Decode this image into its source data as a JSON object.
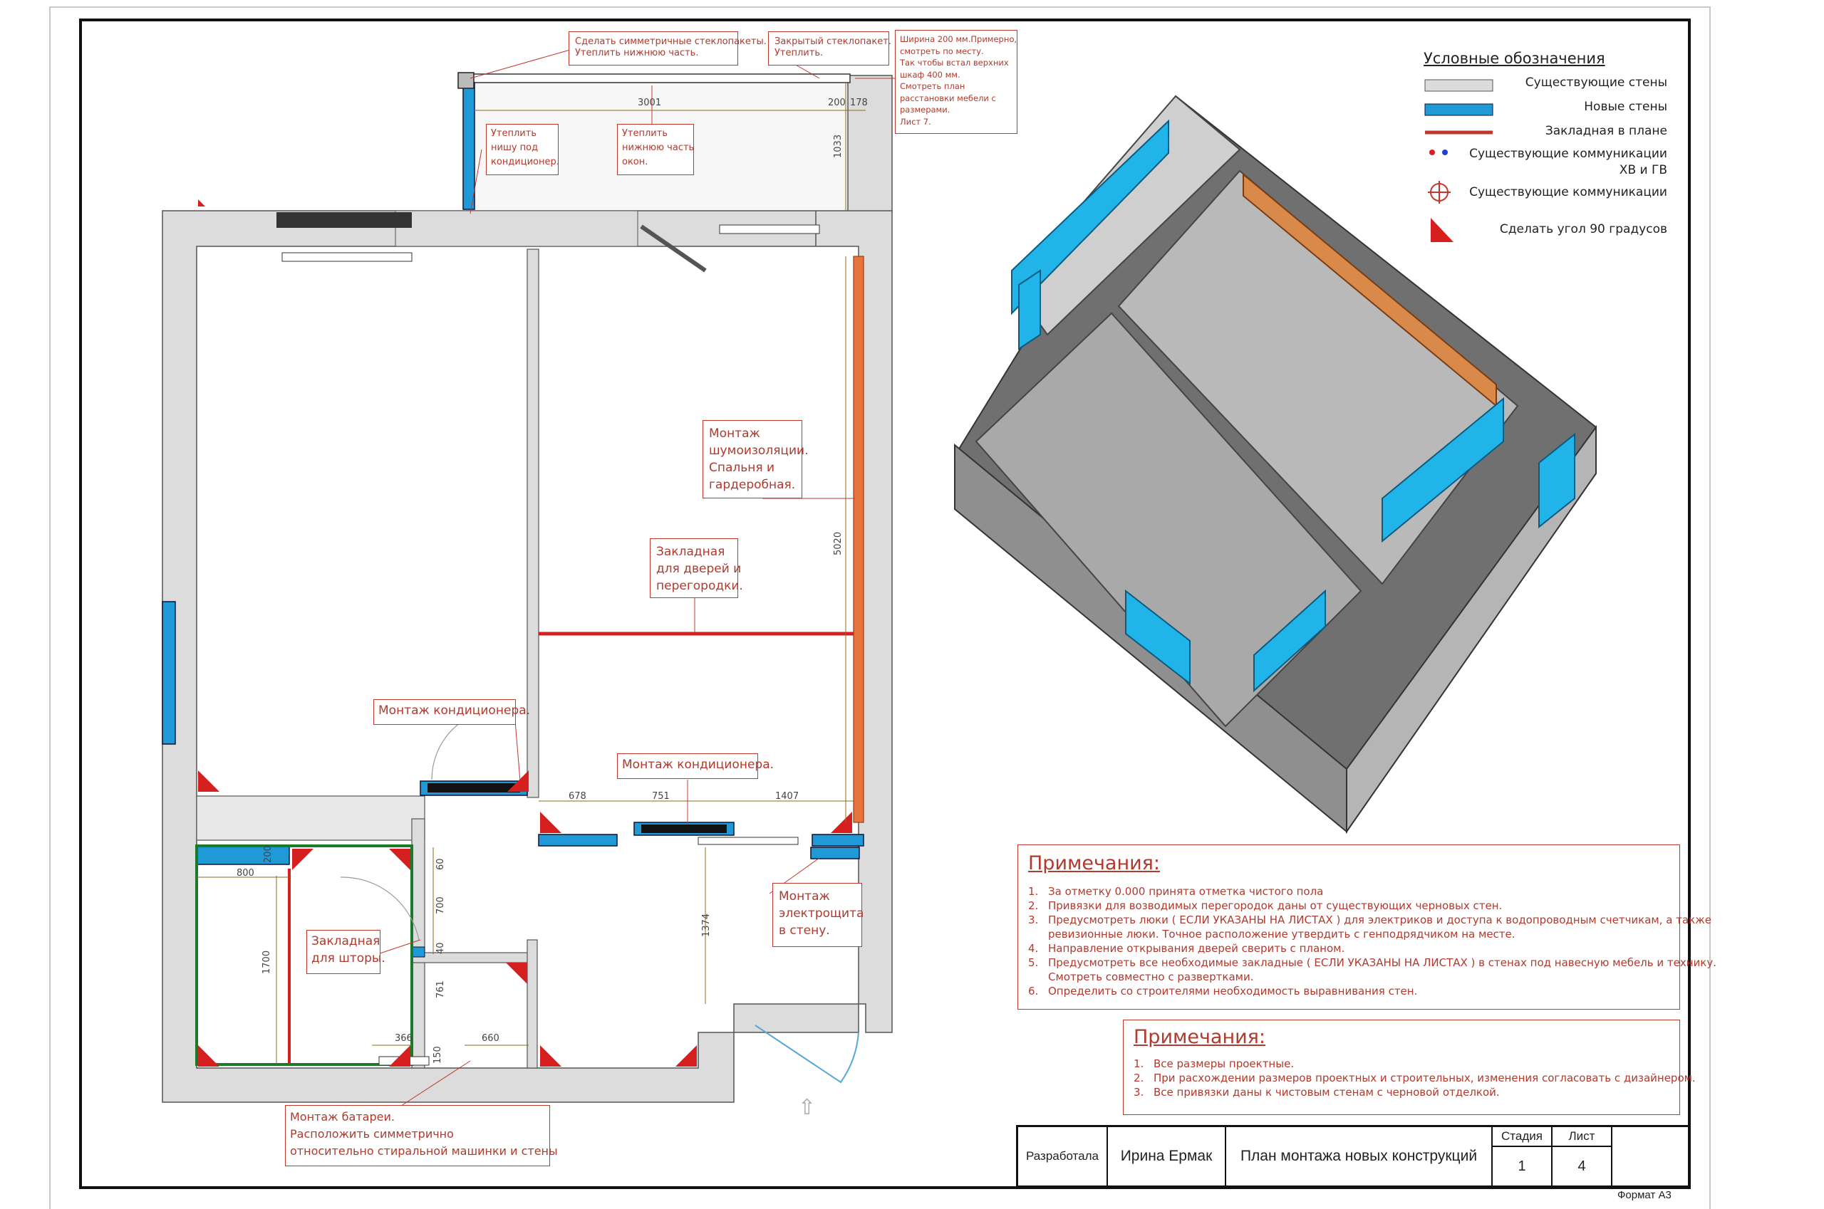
{
  "annotations": {
    "windows_sym": [
      "Сделать симметричные стеклопакеты.",
      "Утеплить нижнюю часть."
    ],
    "closed_glazing": [
      "Закрытый стеклопакет.",
      "Утеплить."
    ],
    "width_note": [
      "Ширина 200 мм.Примерно,",
      "смотреть по месту.",
      "Так чтобы встал верхних",
      "шкаф 400 мм.",
      "Смотреть план",
      "расстановки мебели с",
      "размерами.",
      "Лист 7."
    ],
    "insulate_niche": [
      "Утеплить",
      "нишу под",
      "кондиционер."
    ],
    "insulate_sill": [
      "Утеплить",
      "нижнюю часть",
      "окон."
    ],
    "soundproof": [
      "Монтаж",
      "шумоизоляции.",
      "Спальня и",
      "гардеробная."
    ],
    "embed_doors": [
      "Закладная",
      "для дверей и",
      "перегородки."
    ],
    "ac_left": [
      "Монтаж кондиционера."
    ],
    "ac_right": [
      "Монтаж кондиционера."
    ],
    "curtain": [
      "Закладная",
      "для шторы."
    ],
    "panel": [
      "Монтаж",
      "электрощита",
      "в стену."
    ],
    "radiator": [
      "Монтаж батареи.",
      "Расположить симметрично",
      "относительно стиральной машинки и стены"
    ]
  },
  "dimensions": {
    "d3001": "3001",
    "d200a": "200",
    "d178": "178",
    "d1033": "1033",
    "d5020": "5020",
    "d678": "678",
    "d751": "751",
    "d1407": "1407",
    "d200b": "200",
    "d800": "800",
    "d60": "60",
    "d700": "700",
    "d40": "40",
    "d761": "761",
    "d1700": "1700",
    "d366": "366",
    "d660": "660",
    "d150": "150",
    "d1374": "1374"
  },
  "legend": {
    "title": "Условные обозначения",
    "existing_walls": "Существующие стены",
    "new_walls": "Новые стены",
    "embed_plan": "Закладная в плане",
    "utilities_1": "Существующие коммуникации",
    "utilities_2": "ХВ и ГВ",
    "utilities_existing": "Существующие коммуникации",
    "angle_90": "Сделать угол 90 градусов"
  },
  "notes1": {
    "title": "Примечания:",
    "items": [
      {
        "n": "1.",
        "text": "За отметку 0.000 принята отметка чистого пола"
      },
      {
        "n": "2.",
        "text": "Привязки для возводимых перегородок даны от существующих черновых стен."
      },
      {
        "n": "3.",
        "text": "Предусмотреть люки ( ЕСЛИ УКАЗАНЫ НА ЛИСТАХ ) для электриков и доступа к водопроводным счетчикам, а также"
      },
      {
        "n": "",
        "text": "ревизионные люки. Точное расположение утвердить с генподрядчиком на месте."
      },
      {
        "n": "4.",
        "text": "Направление открывания дверей сверить с планом."
      },
      {
        "n": "5.",
        "text": "Предусмотреть все необходимые закладные ( ЕСЛИ УКАЗАНЫ НА ЛИСТАХ ) в стенах под навесную мебель и технику."
      },
      {
        "n": "",
        "text": "Смотреть совместно с развертками."
      },
      {
        "n": "6.",
        "text": "Определить со строителями необходимость выравнивания стен."
      }
    ]
  },
  "notes2": {
    "title": "Примечания:",
    "items": [
      {
        "n": "1.",
        "text": "Все размеры проектные."
      },
      {
        "n": "2.",
        "text": "При расхождении размеров проектных и строительных, изменения согласовать с дизайнером."
      },
      {
        "n": "3.",
        "text": "Все привязки даны к чистовым стенам с черновой отделкой."
      }
    ]
  },
  "title_block": {
    "developed_label": "Разработала",
    "author": "Ирина Ермак",
    "sheet_title": "План монтажа новых конструкций",
    "stage_label": "Стадия",
    "sheet_label": "Лист",
    "stage": "1",
    "sheet": "4"
  },
  "format": "Формат А3",
  "colors": {
    "existing_wall": "#dcdcdc",
    "new_wall": "#1f9ad6",
    "embed_line": "#d62020",
    "annotation": "#b03a2e",
    "soundproof": "#e8743b"
  }
}
